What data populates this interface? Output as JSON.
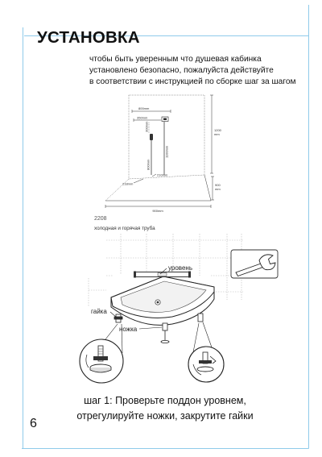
{
  "page": {
    "title": "УСТАНОВКА",
    "page_number": "6"
  },
  "intro": {
    "lines": [
      "чтобы быть уверенным что душевая кабинка",
      "установлено безопасно, пожалуйста действуйте",
      "в соответствии с инструкцией по сборке шаг за шагом"
    ]
  },
  "room_diagram": {
    "dim_top": "800mm",
    "dim_offset": "350mm",
    "dim_valve": "300mm",
    "dim_pipe": "1100mm",
    "dim_drain_height": "800mm",
    "dim_wall_value": "1200",
    "dim_wall_unit": "mm",
    "dim_depth_value": "900",
    "dim_depth_unit": "mm",
    "dim_drain_offset": "210mm",
    "dim_left_offset": "218mm",
    "dim_width": "900mm",
    "caption_code": "2208",
    "caption": "холодная и горячая труба"
  },
  "tray_diagram": {
    "label_level": "уровень",
    "label_nut": "гайка",
    "label_leg": "ножка",
    "tool_icon": "wrench-icon"
  },
  "step": {
    "line1": "шаг 1: Проверьте поддон уровнем,",
    "line2": "отрегулируйте ножки, закрутите гайки"
  },
  "colors": {
    "frame": "#8fcbea",
    "ink": "#222222"
  }
}
